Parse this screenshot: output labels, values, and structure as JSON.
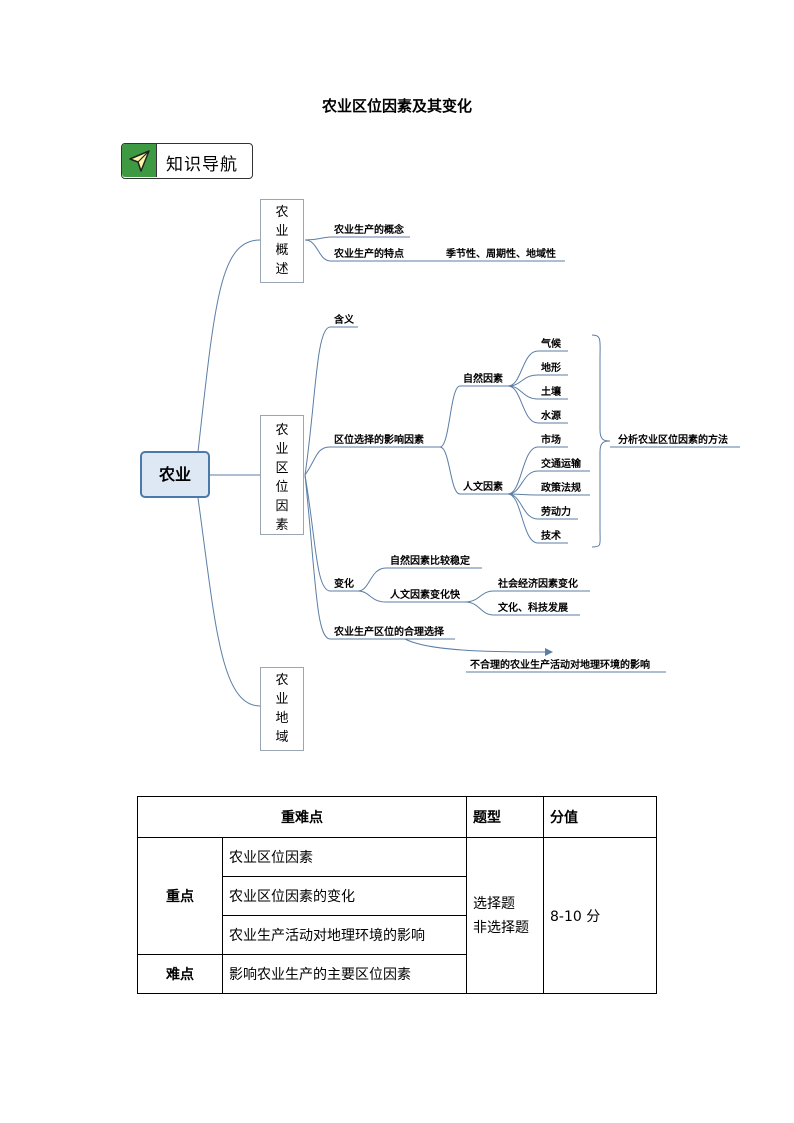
{
  "title": "农业区位因素及其变化",
  "nav": {
    "label": "知识导航",
    "icon": "paper-plane-icon"
  },
  "mindmap": {
    "root": "农业",
    "branch1": {
      "label": "农业概述",
      "items": [
        "农业生产的概念",
        "农业生产的特点"
      ],
      "feature": "季节性、周期性、地域性"
    },
    "branch2": {
      "label": "农业区位因素",
      "meaning": "含义",
      "factors": "区位选择的影响因素",
      "natural": {
        "label": "自然因素",
        "items": [
          "气候",
          "地形",
          "土壤",
          "水源"
        ]
      },
      "human": {
        "label": "人文因素",
        "items": [
          "市场",
          "交通运输",
          "政策法规",
          "劳动力",
          "技术"
        ]
      },
      "method": "分析农业区位因素的方法",
      "change": "变化",
      "natural_stable": "自然因素比较稳定",
      "human_fast": "人文因素变化快",
      "human_changes": [
        "社会经济因素变化",
        "文化、科技发展"
      ],
      "rational": "农业生产区位的合理选择",
      "impact": "不合理的农业生产活动对地理环境的影响"
    },
    "branch3": {
      "label": "农业地域"
    }
  },
  "table": {
    "headers": [
      "重难点",
      "题型",
      "分值"
    ],
    "key_label": "重点",
    "key_items": [
      "农业区位因素",
      "农业区位因素的变化",
      "农业生产活动对地理环境的影响"
    ],
    "difficult_label": "难点",
    "difficult_item": "影响农业生产的主要区位因素",
    "question_types": [
      "选择题",
      "非选择题"
    ],
    "score": "8-10 分"
  }
}
